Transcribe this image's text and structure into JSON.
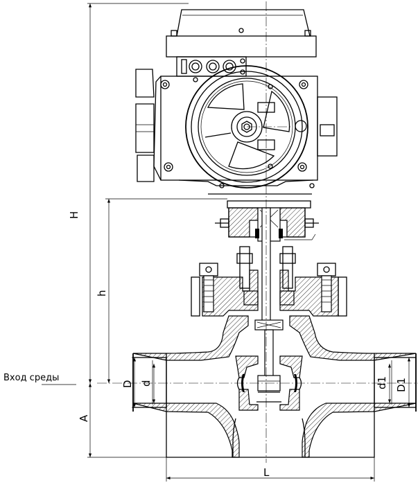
{
  "labels": {
    "inlet": "Вход среды",
    "H": "H",
    "h": "h",
    "A": "A",
    "D": "D",
    "d": "d",
    "d1": "d1",
    "D1": "D1",
    "L": "L"
  }
}
